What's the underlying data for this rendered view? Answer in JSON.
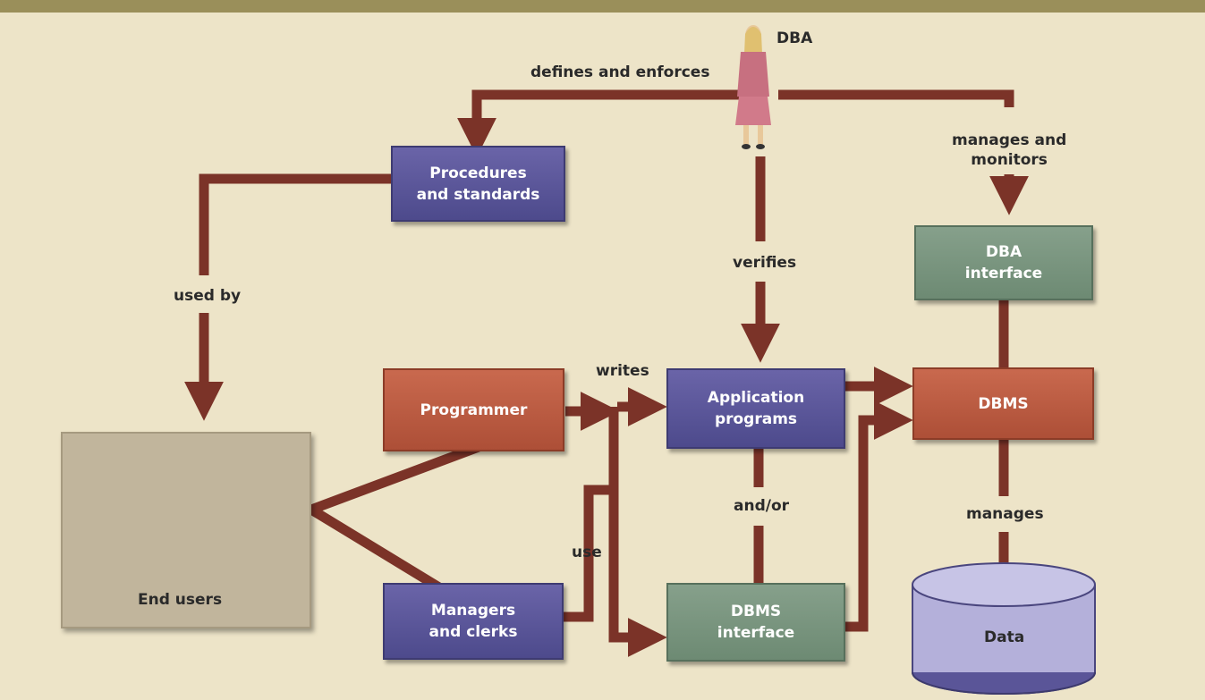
{
  "diagram": {
    "nodes": {
      "procedures": "Procedures\nand standards",
      "end_users": "End users",
      "programmer": "Programmer",
      "managers": "Managers\nand clerks",
      "app_programs": "Application\nprograms",
      "dbms_interface": "DBMS\ninterface",
      "dba_interface": "DBA\ninterface",
      "dbms": "DBMS",
      "data": "Data",
      "dba": "DBA"
    },
    "labels": {
      "defines": "defines and enforces",
      "manages_monitors": "manages and\nmonitors",
      "verifies": "verifies",
      "used_by": "used by",
      "writes": "writes",
      "use": "use",
      "and_or": "and/or",
      "manages": "manages"
    },
    "colors": {
      "arrow": "#7b3328",
      "purple_box": "#56529a",
      "orange_box": "#b85a40",
      "green_box": "#768f7b",
      "background": "#ede4c8"
    }
  }
}
